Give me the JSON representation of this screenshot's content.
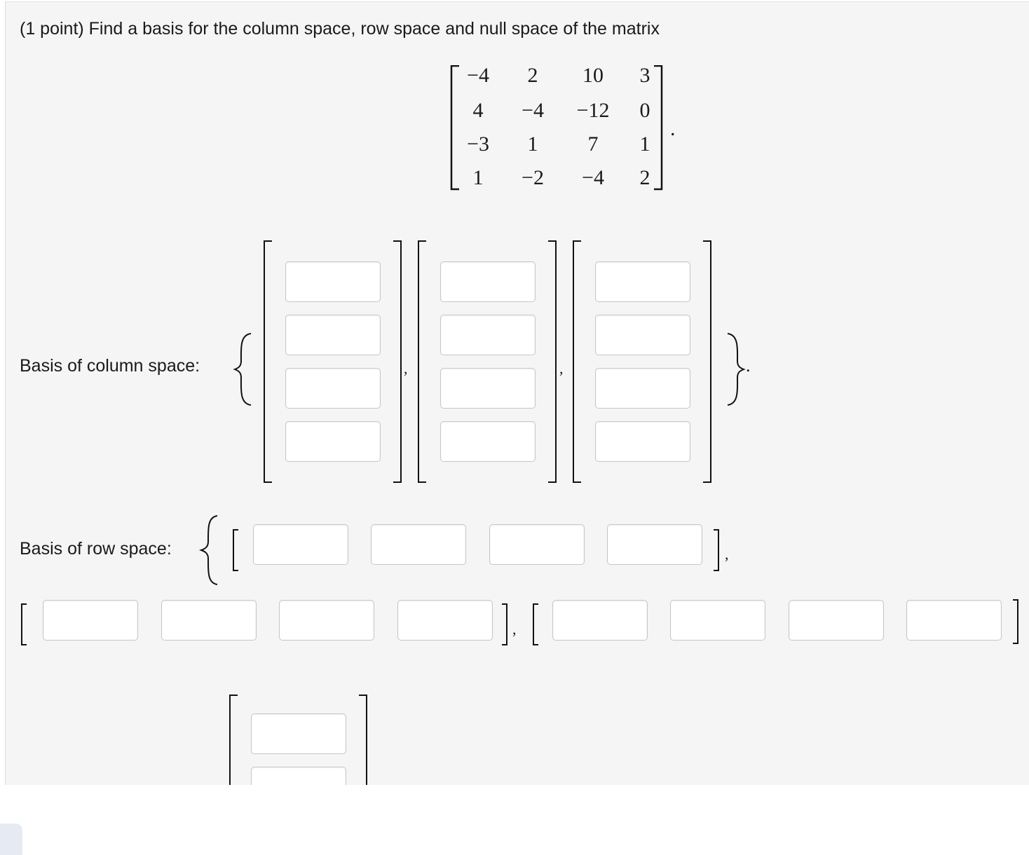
{
  "question": {
    "text": "(1 point) Find a basis for the column space, row space and null space of the matrix"
  },
  "matrix": {
    "rows": [
      [
        "−4",
        "2",
        "10",
        "3"
      ],
      [
        "4",
        "−4",
        "−12",
        "0"
      ],
      [
        "−3",
        "1",
        "7",
        "1"
      ],
      [
        "1",
        "−2",
        "−4",
        "2"
      ]
    ],
    "trailing": "."
  },
  "column_space": {
    "label": "Basis of column space:",
    "open_brace": "{",
    "close_brace": "}",
    "separator": ",",
    "terminator": ".",
    "vectors": [
      [
        "",
        "",
        "",
        ""
      ],
      [
        "",
        "",
        "",
        ""
      ],
      [
        "",
        "",
        "",
        ""
      ]
    ]
  },
  "row_space": {
    "label": "Basis of row space:",
    "open_brace": "{",
    "separator": ",",
    "vectors": [
      [
        "",
        "",
        "",
        ""
      ],
      [
        "",
        "",
        "",
        ""
      ],
      [
        "",
        "",
        "",
        ""
      ]
    ]
  },
  "null_space": {
    "open_brace": "{",
    "close_brace": "}",
    "vectors": [
      [
        "",
        ""
      ]
    ]
  }
}
